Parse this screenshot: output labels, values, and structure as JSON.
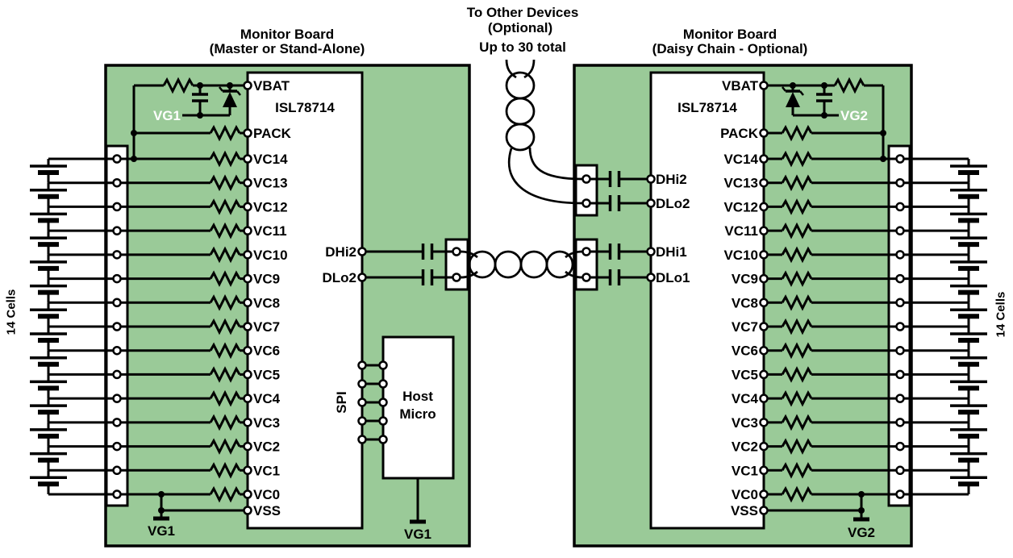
{
  "titles": {
    "left_board": [
      "Monitor Board",
      "(Master or Stand-Alone)"
    ],
    "center": [
      "To Other Devices",
      "(Optional)",
      "Up to 30 total"
    ],
    "right_board": [
      "Monitor Board",
      "(Daisy Chain - Optional)"
    ]
  },
  "left_board": {
    "chip_name": "ISL78714",
    "pins_left": [
      "VBAT",
      "PACK",
      "VC14",
      "VC13",
      "VC12",
      "VC11",
      "VC10",
      "VC9",
      "VC8",
      "VC7",
      "VC6",
      "VC5",
      "VC4",
      "VC3",
      "VC2",
      "VC1",
      "VC0",
      "VSS"
    ],
    "pins_right_daisy": [
      "DHi2",
      "DLo2"
    ],
    "spi_label": "SPI",
    "spi_pin_count": 5,
    "host_micro": [
      "Host",
      "Micro"
    ],
    "vg_filter_label": "VG1",
    "vg_cell_ground_label": "VG1",
    "vg_host_ground_label": "VG1"
  },
  "right_board": {
    "chip_name": "ISL78714",
    "pins_right": [
      "VBAT",
      "PACK",
      "VC14",
      "VC13",
      "VC12",
      "VC11",
      "VC10",
      "VC9",
      "VC8",
      "VC7",
      "VC6",
      "VC5",
      "VC4",
      "VC3",
      "VC2",
      "VC1",
      "VC0",
      "VSS"
    ],
    "pins_left_daisy_up": [
      "DHi2",
      "DLo2"
    ],
    "pins_left_daisy_in": [
      "DHi1",
      "DLo1"
    ],
    "vg_filter_label": "VG2",
    "vg_cell_ground_label": "VG2"
  },
  "batteries": {
    "left_label": "14 Cells",
    "right_label": "14 Cells",
    "cells_per_side": 14
  },
  "colors": {
    "board_green": "#9aca98",
    "wire": "#000000",
    "box_fill": "#ffffff",
    "text": "#000000",
    "vg_text_on_board": "#ffffff"
  }
}
